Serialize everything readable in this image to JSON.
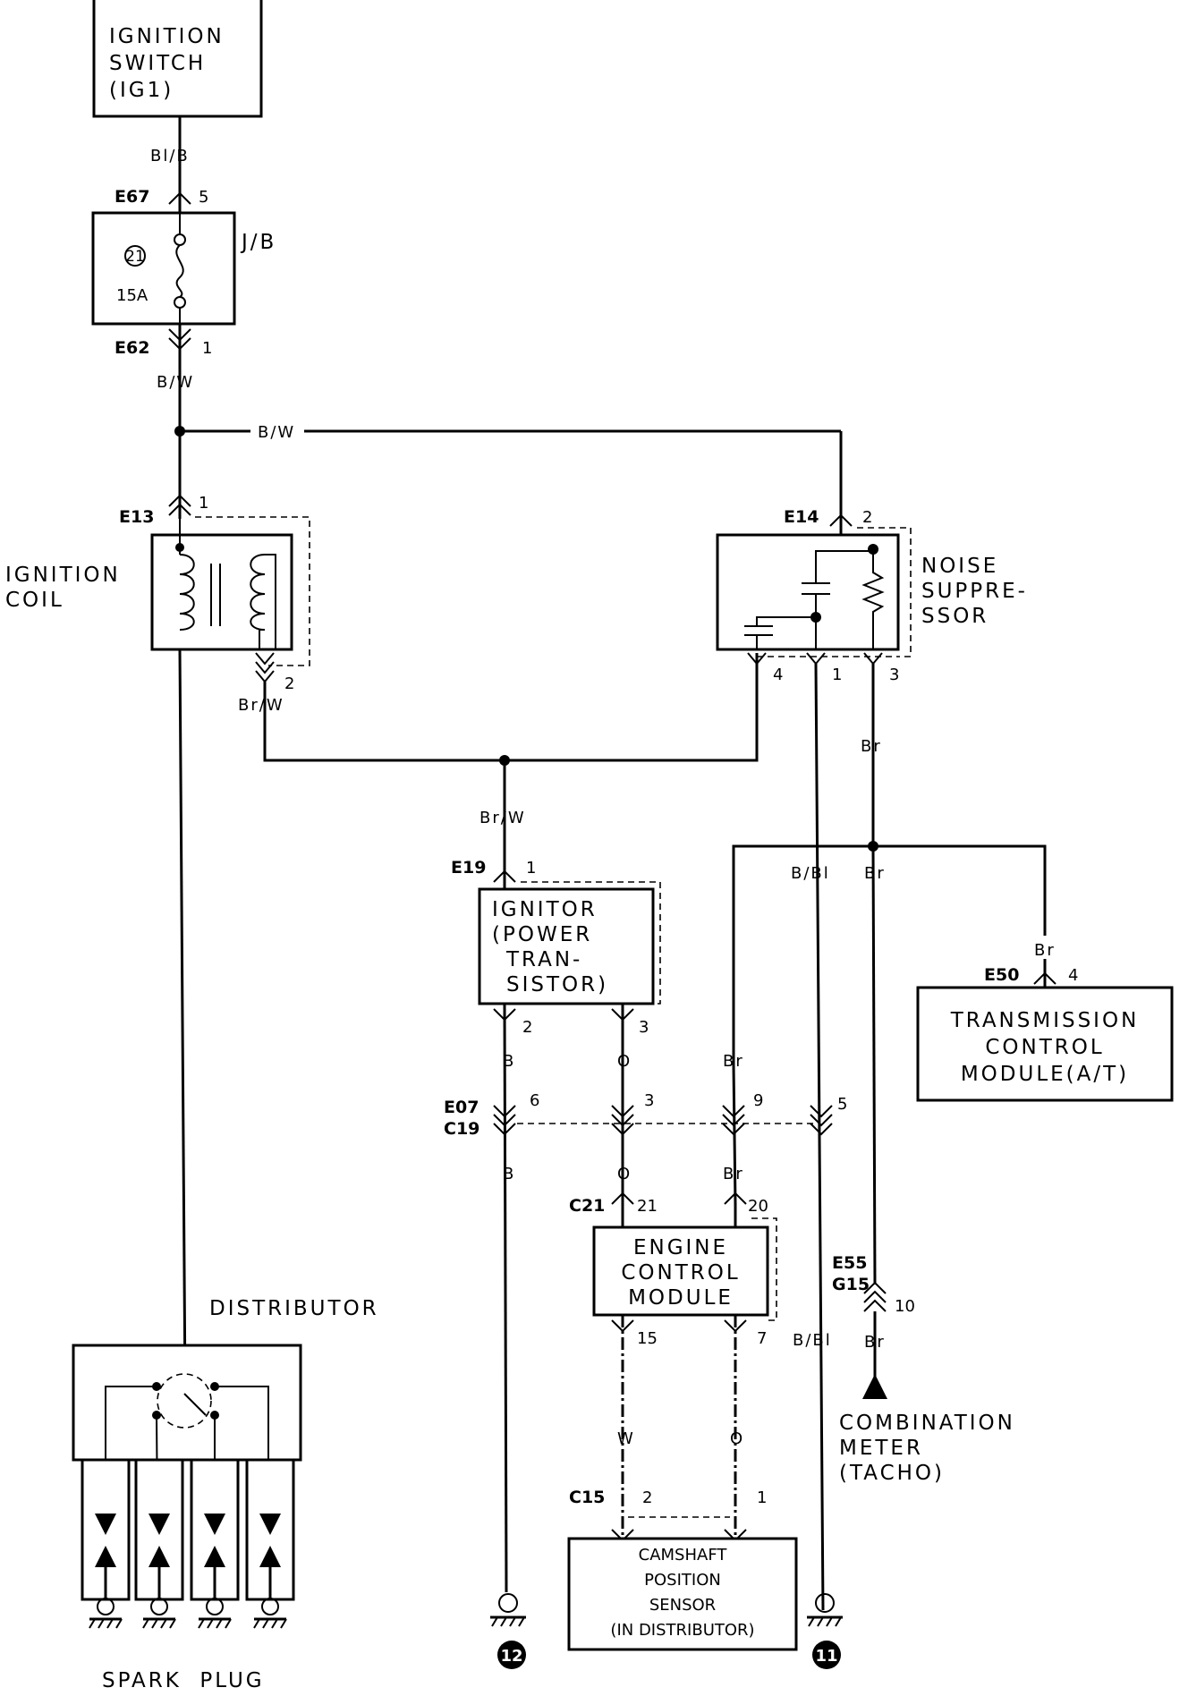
{
  "components": {
    "ignition_switch": [
      "IGNITION",
      "SWITCH",
      "(IG1)"
    ],
    "junction_box": "J/B",
    "fuse_number": "21",
    "fuse_rating": "15A",
    "ignition_coil": [
      "IGNITION",
      "COIL"
    ],
    "noise_suppressor": [
      "NOISE",
      "SUPPRE-",
      "SSOR"
    ],
    "ignitor": [
      "IGNITOR",
      "(POWER",
      "TRAN-",
      "SISTOR)"
    ],
    "tcm": [
      "TRANSMISSION",
      "CONTROL",
      "MODULE(A/T)"
    ],
    "ecm": [
      "ENGINE",
      "CONTROL",
      "MODULE"
    ],
    "distributor": "DISTRIBUTOR",
    "spark_plug": "SPARK  PLUG",
    "combination_meter": [
      "COMBINATION",
      "METER",
      "(TACHO)"
    ],
    "camshaft_sensor": [
      "CAMSHAFT",
      "POSITION",
      "SENSOR",
      "(IN DISTRIBUTOR)"
    ]
  },
  "connectors": {
    "e67": "E67",
    "e62": "E62",
    "e13": "E13",
    "e14": "E14",
    "e19": "E19",
    "e50": "E50",
    "e07": "E07",
    "c19": "C19",
    "c21": "C21",
    "e55": "E55",
    "g15": "G15",
    "c15": "C15"
  },
  "pins": {
    "e67": "5",
    "e62": "1",
    "e13": "1",
    "coil_out": "2",
    "e14": "2",
    "ns_4": "4",
    "ns_1": "1",
    "ns_3": "3",
    "e19": "1",
    "ign_2": "2",
    "ign_3": "3",
    "e50": "4",
    "j_6": "6",
    "j_3": "3",
    "j_9": "9",
    "j_5": "5",
    "c21_21": "21",
    "c21_20": "20",
    "ecm_15": "15",
    "ecm_7": "7",
    "e55": "10",
    "c15_2": "2",
    "c15_1": "1"
  },
  "wires": {
    "bl_b": "Bl/B",
    "b_w_1": "B/W",
    "b_w_2": "B/W",
    "br_w_1": "Br/W",
    "br_w_2": "Br/W",
    "br_1": "Br",
    "b_bl_1": "B/Bl",
    "br_2": "Br",
    "br_tcm": "Br",
    "b_1": "B",
    "o_1": "O",
    "br_3": "Br",
    "b_2": "B",
    "o_2": "O",
    "br_4": "Br",
    "b_bl_2": "B/Bl",
    "br_5": "Br",
    "w_1": "W",
    "o_3": "O"
  },
  "grounds": {
    "g12": "12",
    "g11": "11"
  }
}
